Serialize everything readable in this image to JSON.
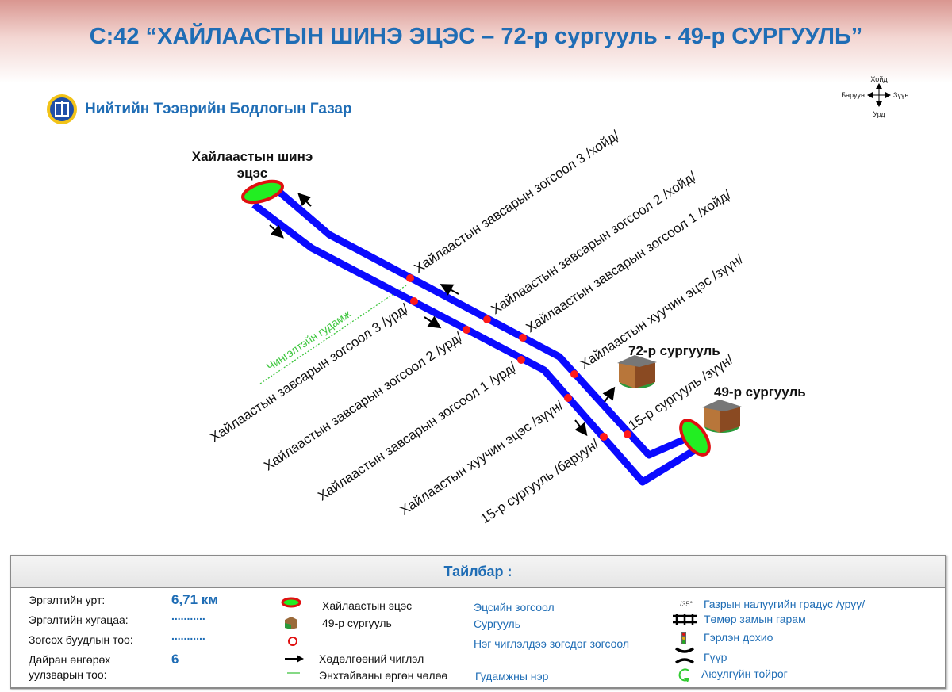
{
  "title": "С:42 “ХАЙЛААСТЫН ШИНЭ ЭЦЭС – 72-р сургууль - 49-р СУРГУУЛЬ”",
  "organization": "Нийтийн Тээврийн Бодлогын Газар",
  "compass": {
    "north": "Хойд",
    "south": "Урд",
    "west": "Баруун",
    "east": "Зүүн"
  },
  "map": {
    "terminal_west_line1": "Хайлаастын шинэ",
    "terminal_west_line2": "эцэс",
    "school_72": "72-р сургууль",
    "school_49": "49-р сургууль",
    "street": "Чингэлтэйн гудамж",
    "stops_north": [
      "Хайлаастын завсарын зогсоол 3 /хойд/",
      "Хайлаастын завсарын зогсоол 2 /хойд/",
      "Хайлаастын завсарын зогсоол 1 /хойд/",
      "Хайлаастын хуучин эцэс /зүүн/",
      "15-р сургууль /зүүн/"
    ],
    "stops_south": [
      "Хайлаастын завсарын зогсоол 3 /урд/",
      "Хайлаастын завсарын зогсоол 2 /урд/",
      "Хайлаастын завсарын зогсоол 1 /урд/",
      "Хайлаастын хуучин эцэс /зүүн/",
      "15-р сургууль /баруун/"
    ],
    "route_color": "#0a0aff",
    "stop_color": "#ff1a1a"
  },
  "legend": {
    "title": "Тайлбар :",
    "stats": [
      {
        "label": "Эргэлтийн урт:",
        "value": "6,71 км"
      },
      {
        "label": "Эргэлтийн хугацаа:",
        "value": "..........."
      },
      {
        "label": "Зогсох буудлын тоо:",
        "value": "..........."
      },
      {
        "label": "Дайран өнгөрөх",
        "label2": "уулзварын тоо:",
        "value": "6"
      }
    ],
    "symbols": [
      {
        "name": "Хайлаастын эцэс",
        "meaning": "Эцсийн зогсоол"
      },
      {
        "name": "49-р сургууль",
        "meaning": "Сургууль"
      },
      {
        "name": "",
        "meaning": "Нэг чиглэлдээ зогсдог зогсоол"
      },
      {
        "name": "Хөдөлгөөний чиглэл",
        "meaning": ""
      },
      {
        "name": "Энхтайваны өргөн чөлөө",
        "meaning": "Гудамжны нэр"
      }
    ],
    "other": [
      {
        "icon_text": "/35°",
        "label": "Газрын налуугийн градус /уруу/"
      },
      {
        "label": "Төмөр замын гарам"
      },
      {
        "label": "Гэрлэн дохио"
      },
      {
        "label": "Гүүр"
      },
      {
        "label": "Аюулгүйн тойрог"
      }
    ]
  }
}
